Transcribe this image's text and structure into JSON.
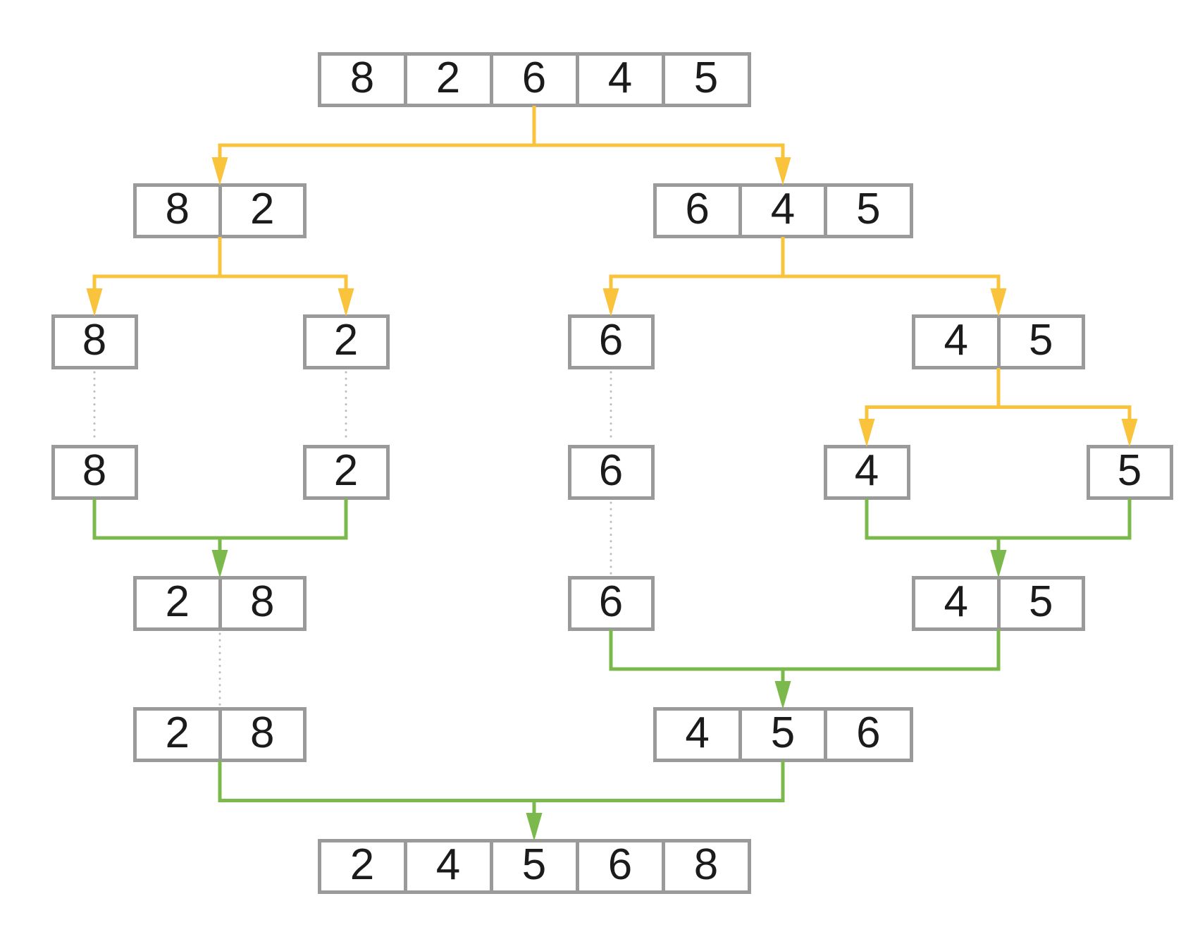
{
  "diagram": {
    "name": "merge-sort-visualization",
    "initial_array": [
      "8",
      "2",
      "6",
      "4",
      "5"
    ],
    "sorted_array": [
      "2",
      "4",
      "5",
      "6",
      "8"
    ],
    "nodes": [
      {
        "id": "root",
        "values": [
          "8",
          "2",
          "6",
          "4",
          "5"
        ]
      },
      {
        "id": "n82",
        "values": [
          "8",
          "2"
        ]
      },
      {
        "id": "n645",
        "values": [
          "6",
          "4",
          "5"
        ]
      },
      {
        "id": "s8a",
        "values": [
          "8"
        ]
      },
      {
        "id": "s2a",
        "values": [
          "2"
        ]
      },
      {
        "id": "s6a",
        "values": [
          "6"
        ]
      },
      {
        "id": "n45",
        "values": [
          "4",
          "5"
        ]
      },
      {
        "id": "s8b",
        "values": [
          "8"
        ]
      },
      {
        "id": "s2b",
        "values": [
          "2"
        ]
      },
      {
        "id": "s6b",
        "values": [
          "6"
        ]
      },
      {
        "id": "s4",
        "values": [
          "4"
        ]
      },
      {
        "id": "s5",
        "values": [
          "5"
        ]
      },
      {
        "id": "m28",
        "values": [
          "2",
          "8"
        ]
      },
      {
        "id": "s6c",
        "values": [
          "6"
        ]
      },
      {
        "id": "m45",
        "values": [
          "4",
          "5"
        ]
      },
      {
        "id": "m28b",
        "values": [
          "2",
          "8"
        ]
      },
      {
        "id": "m456",
        "values": [
          "4",
          "5",
          "6"
        ]
      },
      {
        "id": "final",
        "values": [
          "2",
          "4",
          "5",
          "6",
          "8"
        ]
      }
    ],
    "edges": [
      {
        "type": "split",
        "from": "root",
        "targets": [
          "n82",
          "n645"
        ]
      },
      {
        "type": "split",
        "from": "n82",
        "targets": [
          "s8a",
          "s2a"
        ]
      },
      {
        "type": "split",
        "from": "n645",
        "targets": [
          "s6a",
          "n45"
        ]
      },
      {
        "type": "split",
        "from": "n45",
        "targets": [
          "s4",
          "s5"
        ]
      },
      {
        "type": "pass",
        "from": "s8a",
        "to": "s8b"
      },
      {
        "type": "pass",
        "from": "s2a",
        "to": "s2b"
      },
      {
        "type": "pass",
        "from": "s6a",
        "to": "s6b"
      },
      {
        "type": "pass",
        "from": "s6b",
        "to": "s6c"
      },
      {
        "type": "pass",
        "from": "m28",
        "to": "m28b"
      },
      {
        "type": "merge",
        "sources": [
          "s8b",
          "s2b"
        ],
        "to": "m28"
      },
      {
        "type": "merge",
        "sources": [
          "s4",
          "s5"
        ],
        "to": "m45"
      },
      {
        "type": "merge",
        "sources": [
          "s6c",
          "m45"
        ],
        "to": "m456"
      },
      {
        "type": "merge",
        "sources": [
          "m28b",
          "m456"
        ],
        "to": "final"
      }
    ],
    "colors": {
      "split_arrow": "#F9C33C",
      "merge_arrow": "#7CB94C",
      "box_border": "#9A9A9A",
      "box_fill": "#FFFFFF",
      "pass_dotted": "#BDBDBD",
      "digit": "#1B1B1B",
      "background": "#FFFFFF"
    }
  }
}
